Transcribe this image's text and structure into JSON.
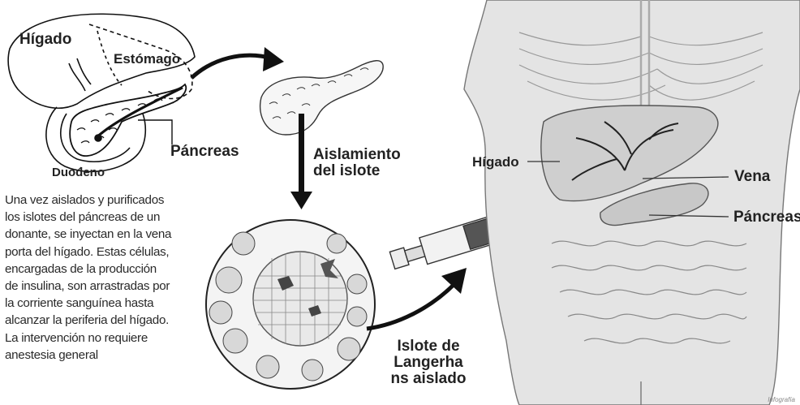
{
  "labels": {
    "liver_top": "Hígado",
    "stomach": "Estómago",
    "pancreas_top": "Páncreas",
    "duodenum": "Duodeno",
    "isolation_line1": "Aislamiento",
    "isolation_line2": "del islote",
    "liver_right": "Hígado",
    "vein": "Vena",
    "pancreas_right": "Páncreas",
    "islet_line1": "Islote de",
    "islet_line2": "Langerha",
    "islet_line3": "ns aislado",
    "credit": "Infografía"
  },
  "description_lines": [
    "Una vez aislados y purificados",
    "los islotes del páncreas de un",
    "donante, se inyectan en la vena",
    "porta del hígado. Estas células,",
    "encargadas de la producción",
    "de insulina, son arrastradas por",
    "la corriente sanguínea hasta",
    "alcanzar la periferia del hígado.",
    "La intervención no requiere",
    "anestesia general"
  ]
}
